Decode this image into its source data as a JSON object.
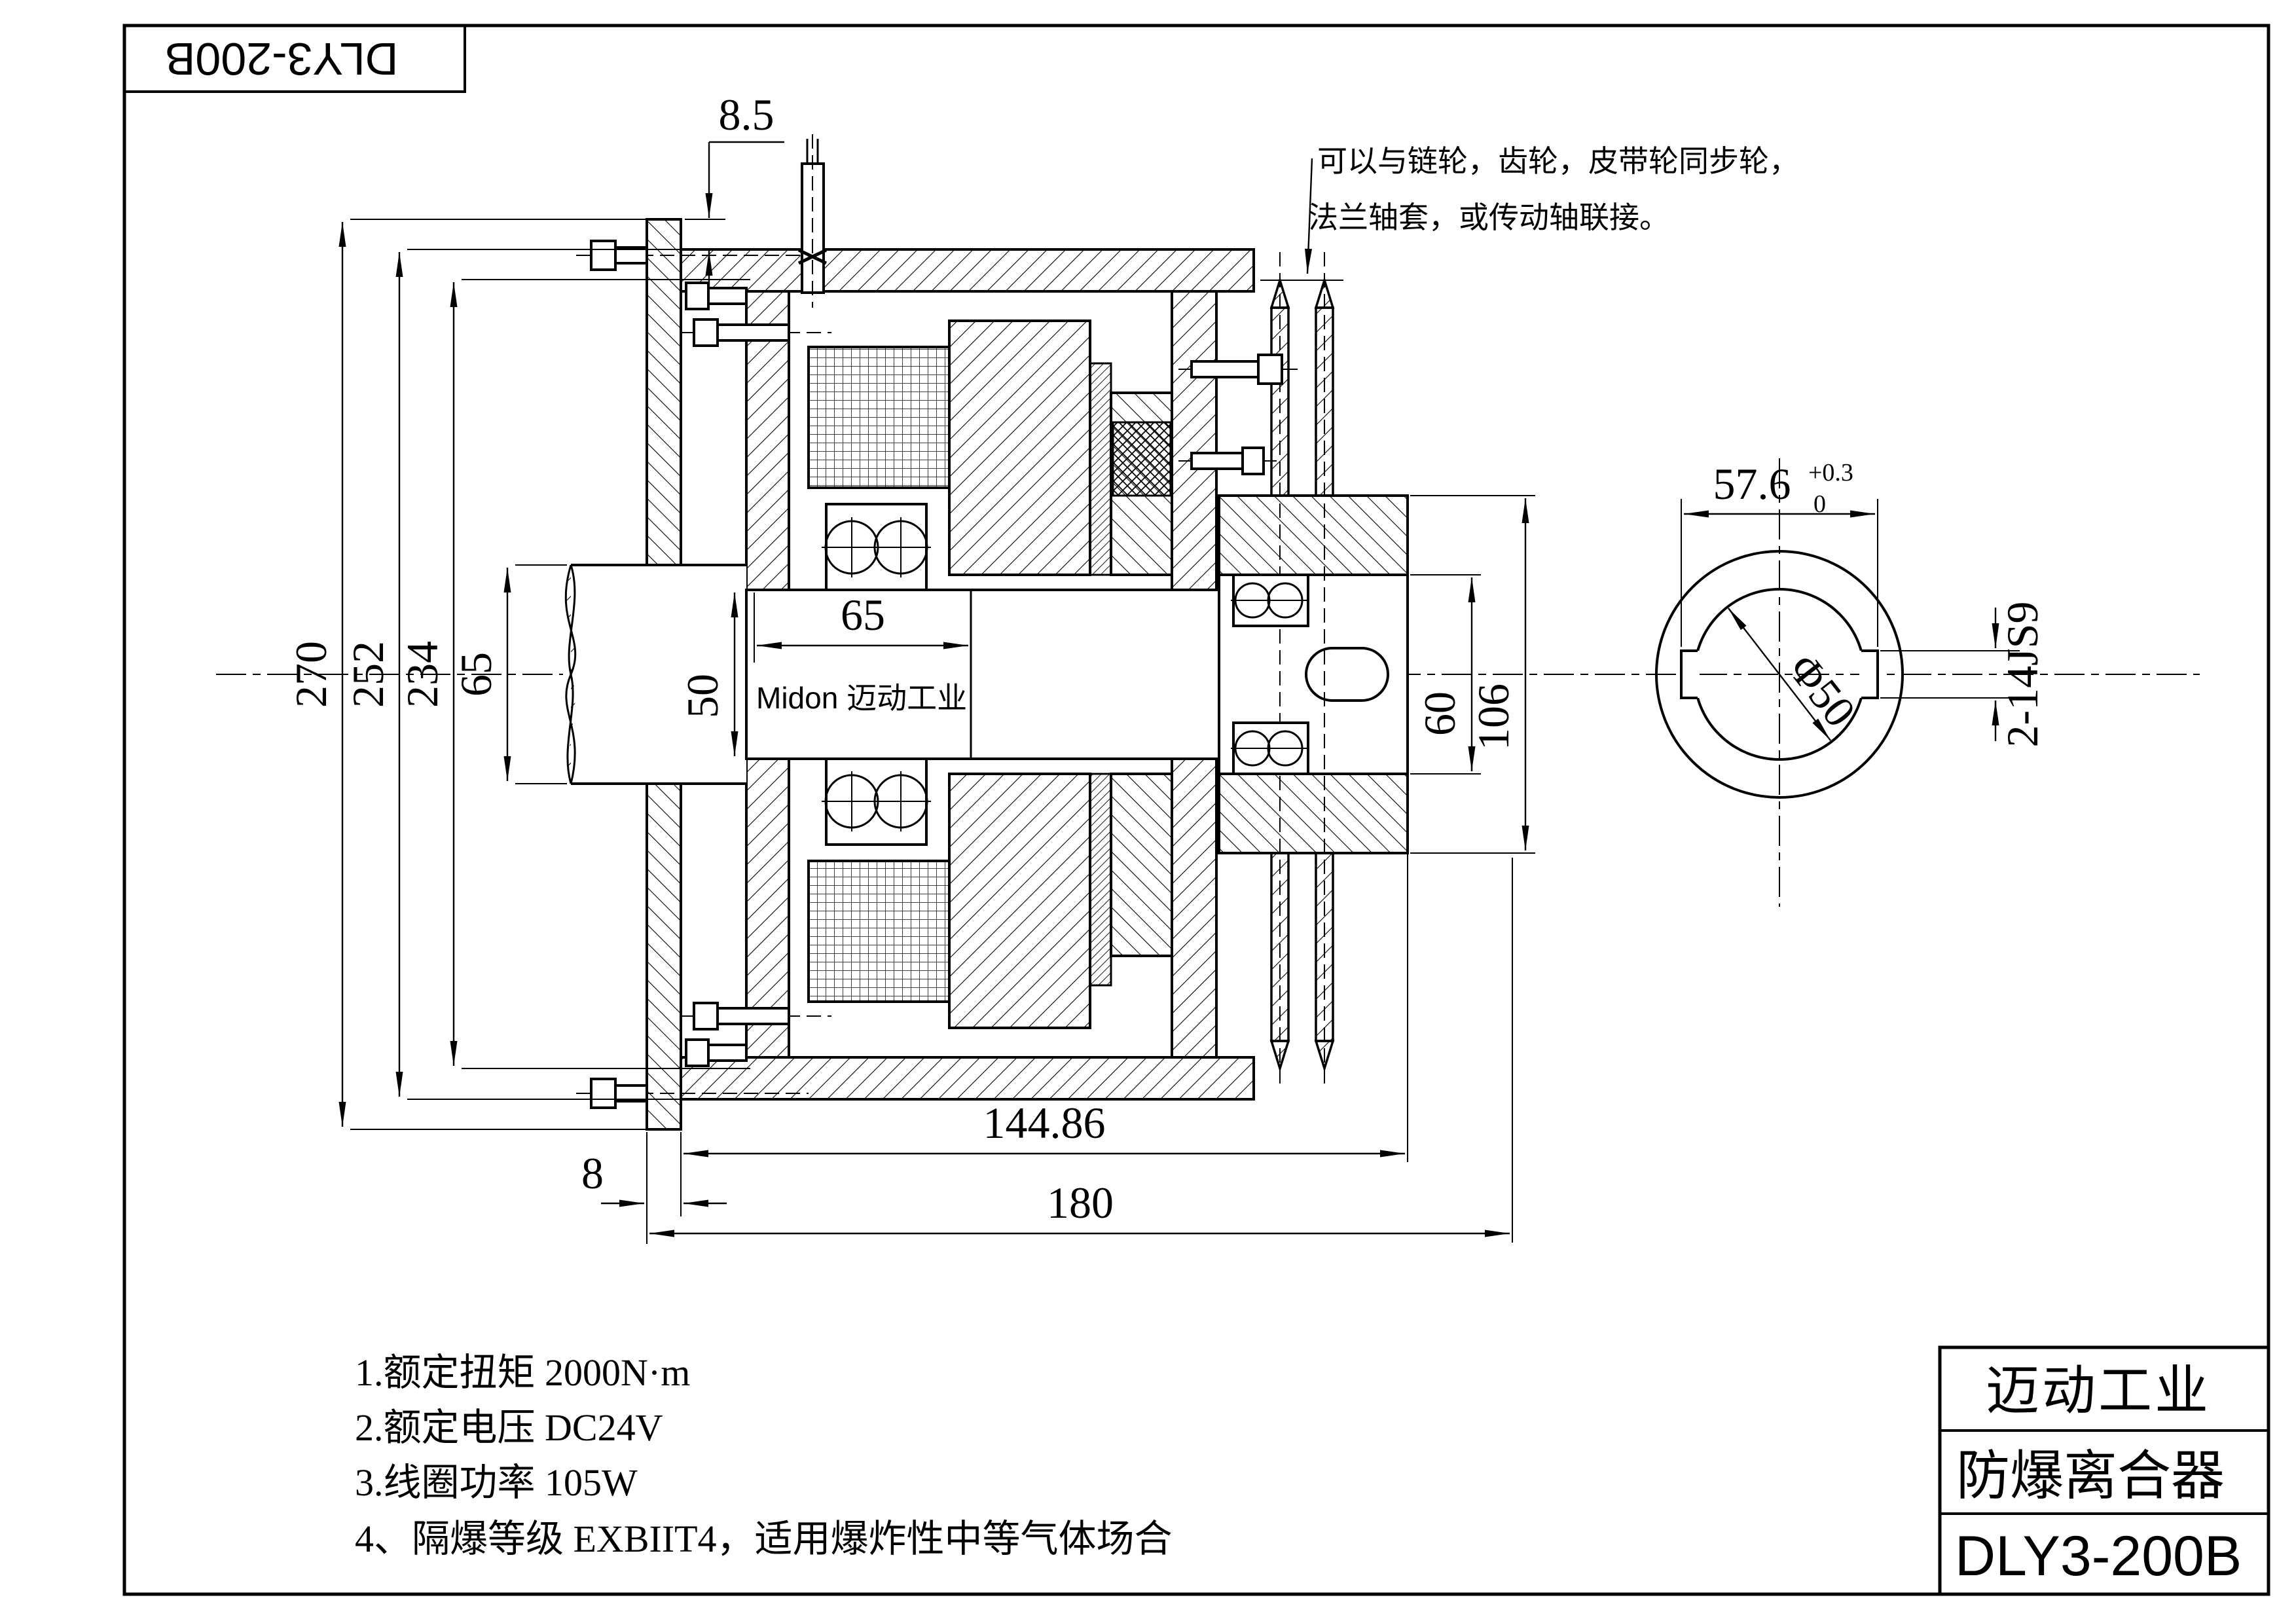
{
  "page": {
    "model_label": "DLY3-200B"
  },
  "annotation": {
    "line1": "可以与链轮，齿轮，皮带轮同步轮，",
    "line2": "法兰轴套，或传动轴联接。"
  },
  "main_view": {
    "shaft_marking": "Midon 迈动工业",
    "dims": {
      "top_gap": "8.5",
      "flange_od": "270",
      "housing_od": "252",
      "inner_od": "234",
      "shaft_d": "65",
      "sleeve_len": "65",
      "bore_d": "50",
      "output_d": "60",
      "hub_d": "106",
      "flange_thk": "8",
      "body_len": "144.86",
      "total_len": "180"
    }
  },
  "detail_view": {
    "across_keyways": "57.6",
    "tol_upper": "+0.3",
    "tol_lower": "0",
    "bore_dia": "Φ50",
    "keyway_spec": "2-14JS9"
  },
  "notes": [
    "1.额定扭矩 2000N·m",
    "2.额定电压 DC24V",
    "3.线圈功率 105W",
    "4、隔爆等级 EXBIIT4，适用爆炸性中等气体场合"
  ],
  "title_block": {
    "company": "迈动工业",
    "product": "防爆离合器",
    "model": "DLY3-200B"
  }
}
